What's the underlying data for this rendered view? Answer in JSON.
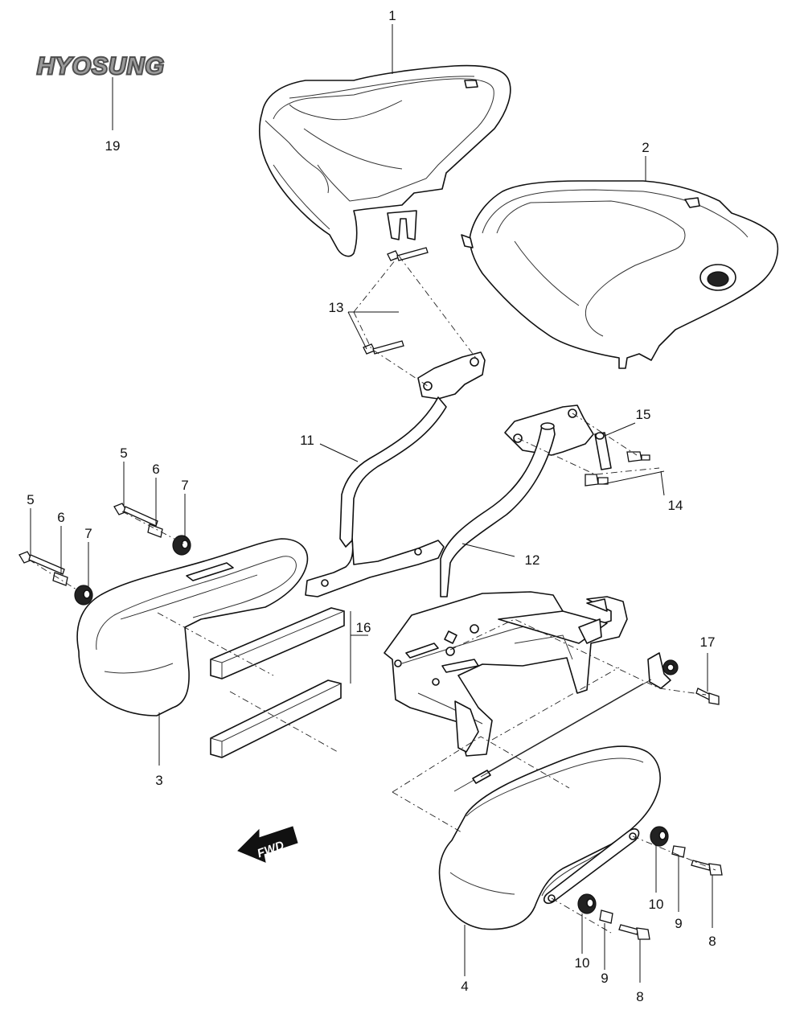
{
  "logo": {
    "text": "HYOSUNG",
    "color": "#8a8a8a"
  },
  "fwd_arrow": {
    "text": "FWD"
  },
  "callouts": [
    {
      "id": "p1",
      "text": "1"
    },
    {
      "id": "p2",
      "text": "2"
    },
    {
      "id": "p3",
      "text": "3"
    },
    {
      "id": "p4",
      "text": "4"
    },
    {
      "id": "p5a",
      "text": "5"
    },
    {
      "id": "p5b",
      "text": "5"
    },
    {
      "id": "p6a",
      "text": "6"
    },
    {
      "id": "p6b",
      "text": "6"
    },
    {
      "id": "p7a",
      "text": "7"
    },
    {
      "id": "p7b",
      "text": "7"
    },
    {
      "id": "p8a",
      "text": "8"
    },
    {
      "id": "p8b",
      "text": "8"
    },
    {
      "id": "p9a",
      "text": "9"
    },
    {
      "id": "p9b",
      "text": "9"
    },
    {
      "id": "p10a",
      "text": "10"
    },
    {
      "id": "p10b",
      "text": "10"
    },
    {
      "id": "p11",
      "text": "11"
    },
    {
      "id": "p12",
      "text": "12"
    },
    {
      "id": "p13",
      "text": "13"
    },
    {
      "id": "p14",
      "text": "14"
    },
    {
      "id": "p15",
      "text": "15"
    },
    {
      "id": "p16",
      "text": "16"
    },
    {
      "id": "p17",
      "text": "17"
    },
    {
      "id": "p19",
      "text": "19"
    }
  ]
}
